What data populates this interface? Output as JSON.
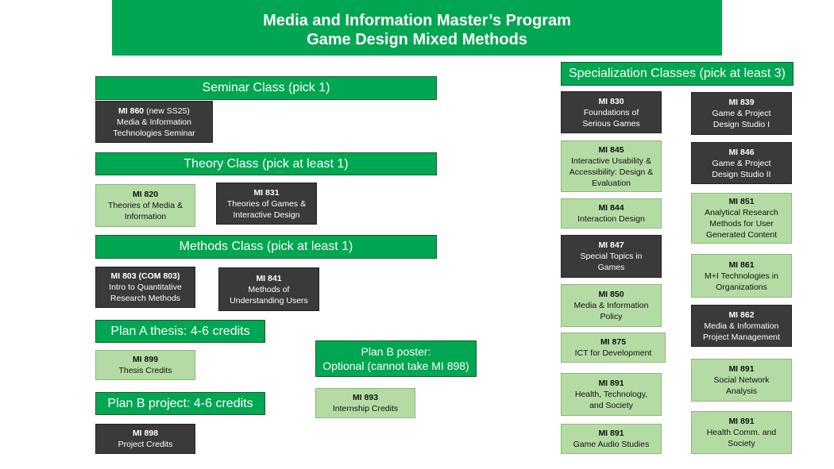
{
  "title": {
    "line1": "Media and Information Master’s Program",
    "line2": "Game Design Mixed Methods"
  },
  "sections": {
    "seminar": "Seminar Class (pick 1)",
    "theory": "Theory Class (pick at least 1)",
    "methods": "Methods Class (pick at least 1)",
    "planA": "Plan A thesis: 4-6 credits",
    "planB_project": "Plan B project: 4-6 credits",
    "planB_poster_line1": "Plan B poster:",
    "planB_poster_line2": "Optional (cannot take MI 898)",
    "specialization": "Specialization Classes (pick at least 3)"
  },
  "courses": {
    "mi860": {
      "code": "MI 860",
      "note": " (new SS25)",
      "l1": "Media & Information",
      "l2": "Technologies Seminar",
      "style": "dark"
    },
    "mi820": {
      "code": "MI 820",
      "l1": "Theories of Media &",
      "l2": "Information",
      "style": "light"
    },
    "mi831": {
      "code": "MI 831",
      "l1": "Theories of Games &",
      "l2": "Interactive Design",
      "style": "dark"
    },
    "mi803": {
      "code": "MI 803 (COM 803)",
      "l1": "Intro to Quantitative",
      "l2": "Research Methods",
      "style": "dark"
    },
    "mi841": {
      "code": "MI 841",
      "l1": "Methods of",
      "l2": "Understanding Users",
      "style": "dark"
    },
    "mi899": {
      "code": "MI 899",
      "l1": "Thesis Credits",
      "style": "light"
    },
    "mi898": {
      "code": "MI 898",
      "l1": "Project Credits",
      "style": "dark"
    },
    "mi893": {
      "code": "MI 893",
      "l1": "Internship Credits",
      "style": "light"
    },
    "mi830": {
      "code": "MI 830",
      "l1": "Foundations of",
      "l2": "Serious Games",
      "style": "dark"
    },
    "mi845": {
      "code": "MI 845",
      "l1": "Interactive Usability &",
      "l2": "Accessibility: Design &",
      "l3": "Evaluation",
      "style": "light"
    },
    "mi844": {
      "code": "MI 844",
      "l1": "Interaction Design",
      "style": "light"
    },
    "mi847": {
      "code": "MI 847",
      "l1": "Special Topics in",
      "l2": "Games",
      "style": "dark"
    },
    "mi850": {
      "code": "MI 850",
      "l1": "Media & Information",
      "l2": "Policy",
      "style": "light"
    },
    "mi875": {
      "code": "MI 875",
      "l1": "ICT for Development",
      "style": "light"
    },
    "mi891a": {
      "code": "MI 891",
      "l1": "Health, Technology,",
      "l2": "and Society",
      "style": "light"
    },
    "mi891b": {
      "code": "MI 891",
      "l1": "Game Audio Studies",
      "style": "light"
    },
    "mi839": {
      "code": "MI 839",
      "l1": "Game & Project",
      "l2": "Design Studio I",
      "style": "dark"
    },
    "mi846": {
      "code": "MI 846",
      "l1": "Game & Project",
      "l2": "Design Studio II",
      "style": "dark"
    },
    "mi851": {
      "code": "MI 851",
      "l1": "Analytical Research",
      "l2": "Methods for User",
      "l3": "Generated Content",
      "style": "light"
    },
    "mi861": {
      "code": "MI 861",
      "l1": "M+I Technologies in",
      "l2": "Organizations",
      "style": "light"
    },
    "mi862": {
      "code": "MI 862",
      "l1": "Media & Information",
      "l2": "Project Management",
      "style": "dark"
    },
    "mi891c": {
      "code": "MI 891",
      "l1": "Social Network",
      "l2": "Analysis",
      "style": "light"
    },
    "mi891d": {
      "code": "MI 891",
      "l1": "Health Comm. and",
      "l2": "Society",
      "style": "light"
    }
  },
  "colors": {
    "green": "#00a651",
    "dark_box": "#3a3a3a",
    "light_box": "#b5dba4"
  }
}
